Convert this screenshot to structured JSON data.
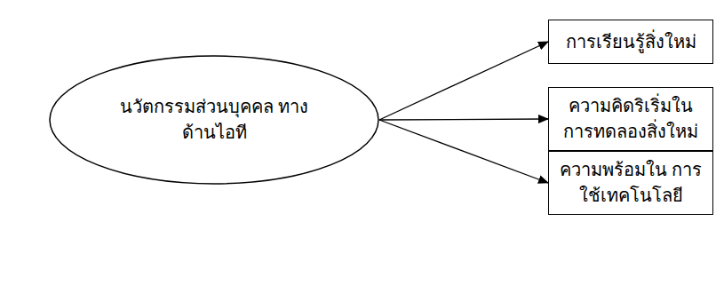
{
  "diagram": {
    "nodes": [
      {
        "text": [
          "นวัตกรรมส่วนบุคคล ทางด้านไอที"
        ]
      },
      {
        "text": [
          "การเรียนรู้สิ่งใหม่"
        ]
      },
      {
        "text": [
          "ความคิดริเริ่มใน การทดลองสิ่งใหม่"
        ]
      },
      {
        "text": [
          "ความพร้อมใน การใช้เทคโนโลยี"
        ]
      }
    ],
    "edges": [
      {
        "from": 0,
        "to": 1,
        "arrow": "to"
      },
      {
        "from": 0,
        "to": 2,
        "arrow": "to"
      },
      {
        "from": 0,
        "to": 3,
        "arrow": "to"
      }
    ]
  }
}
